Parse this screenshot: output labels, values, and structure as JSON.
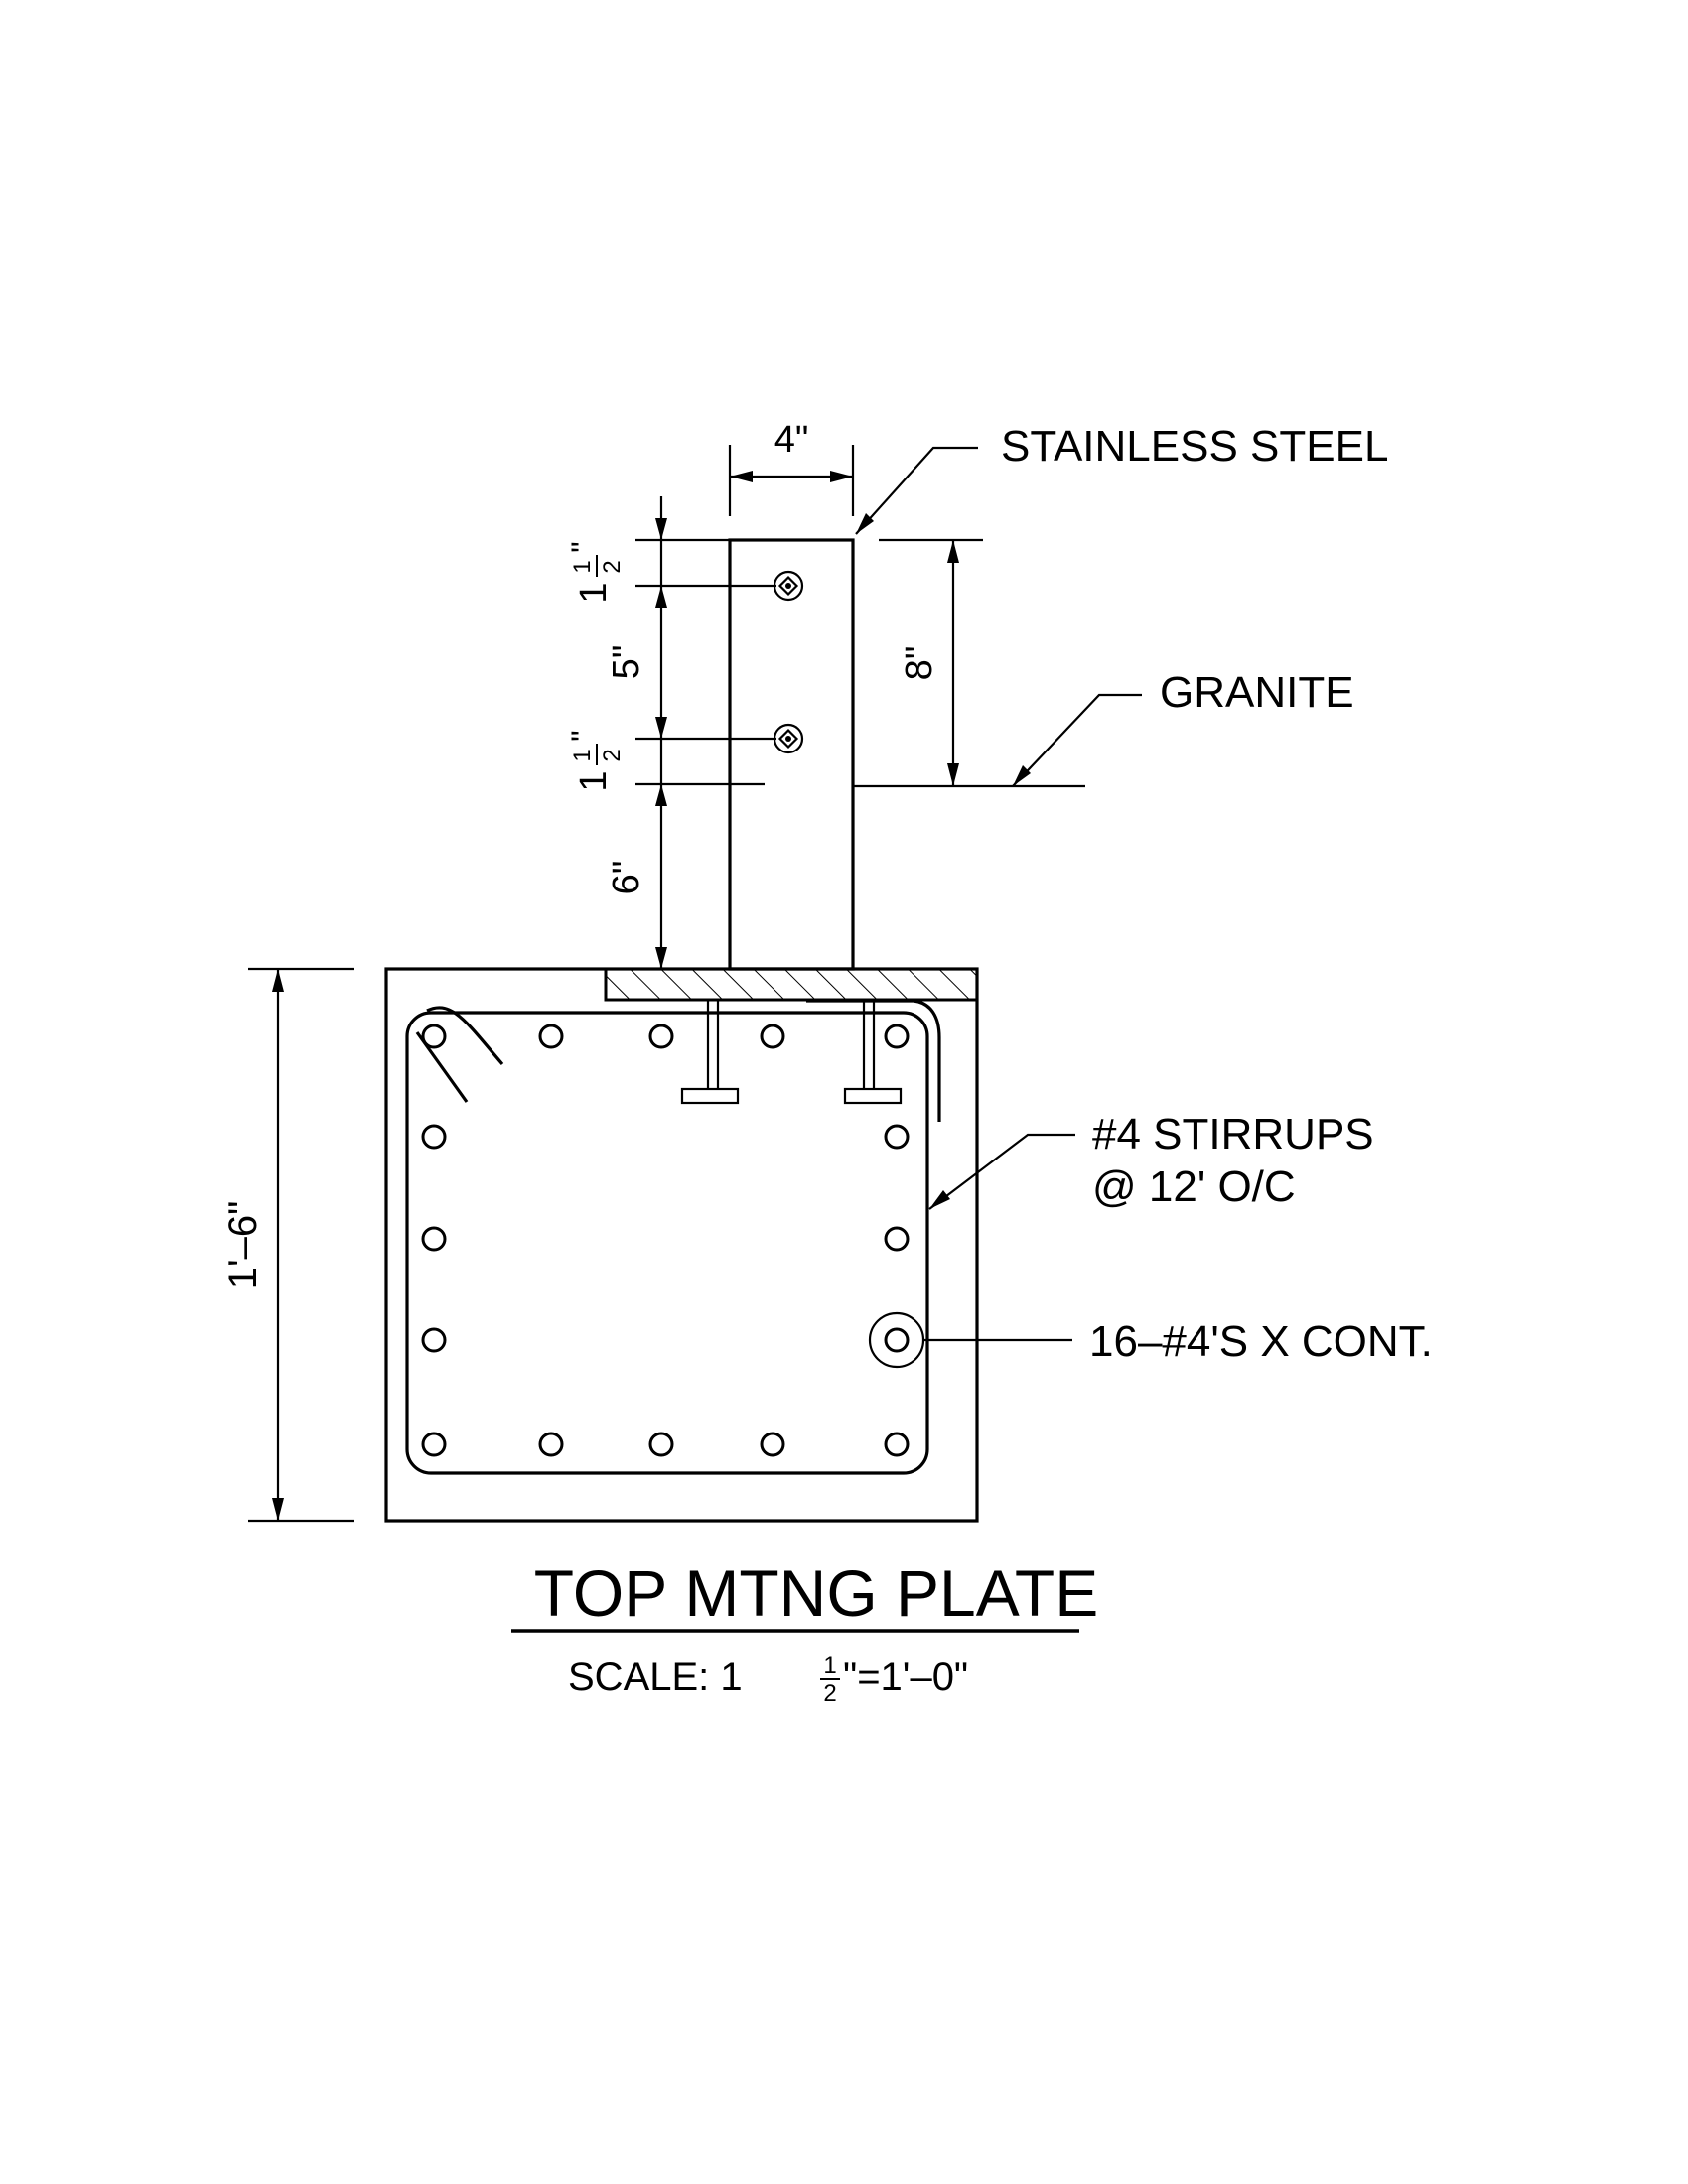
{
  "title": "TOP MTNG PLATE",
  "scale": {
    "prefix": "SCALE: 1",
    "fraction_num": "1",
    "fraction_den": "2",
    "suffix": "\"=1'–0\""
  },
  "callouts": {
    "stainless_steel": "STAINLESS STEEL",
    "granite": "GRANITE",
    "stirrups_line1": "#4 STIRRUPS",
    "stirrups_line2": "@ 12' O/C",
    "rebar": "16–#4'S X CONT."
  },
  "dimensions": {
    "post_width": "4\"",
    "bolt_top_whole": "1",
    "bolt_top_num": "1",
    "bolt_top_den": "2",
    "bolt_top_inch": "\"",
    "bolt_spacing": "5\"",
    "bolt_bottom_whole": "1",
    "bolt_bottom_num": "1",
    "bolt_bottom_den": "2",
    "bolt_bottom_inch": "\"",
    "embed_depth": "6\"",
    "granite_height": "8\"",
    "base_height": "1'–6\""
  }
}
